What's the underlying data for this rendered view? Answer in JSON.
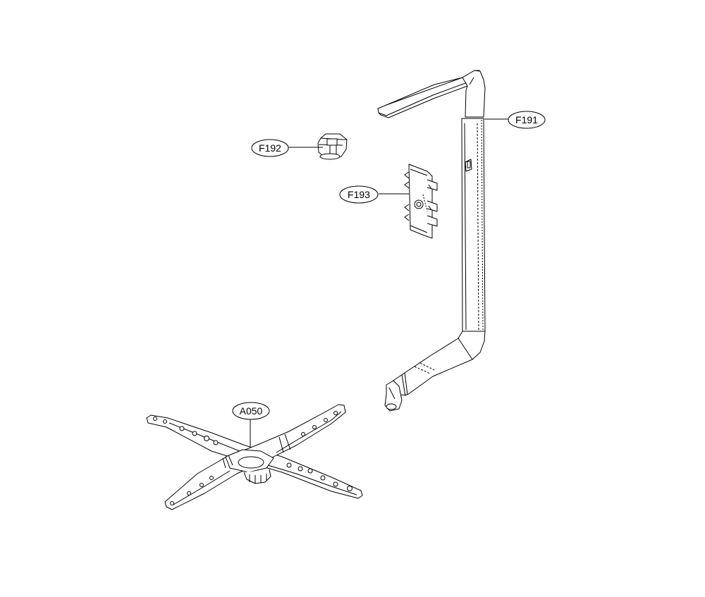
{
  "diagram": {
    "callouts": [
      {
        "id": "F191",
        "label": "F191"
      },
      {
        "id": "F192",
        "label": "F192"
      },
      {
        "id": "F193",
        "label": "F193"
      },
      {
        "id": "A050",
        "label": "A050"
      }
    ]
  },
  "style": {
    "line_color": "#000000",
    "background": "#ffffff"
  }
}
